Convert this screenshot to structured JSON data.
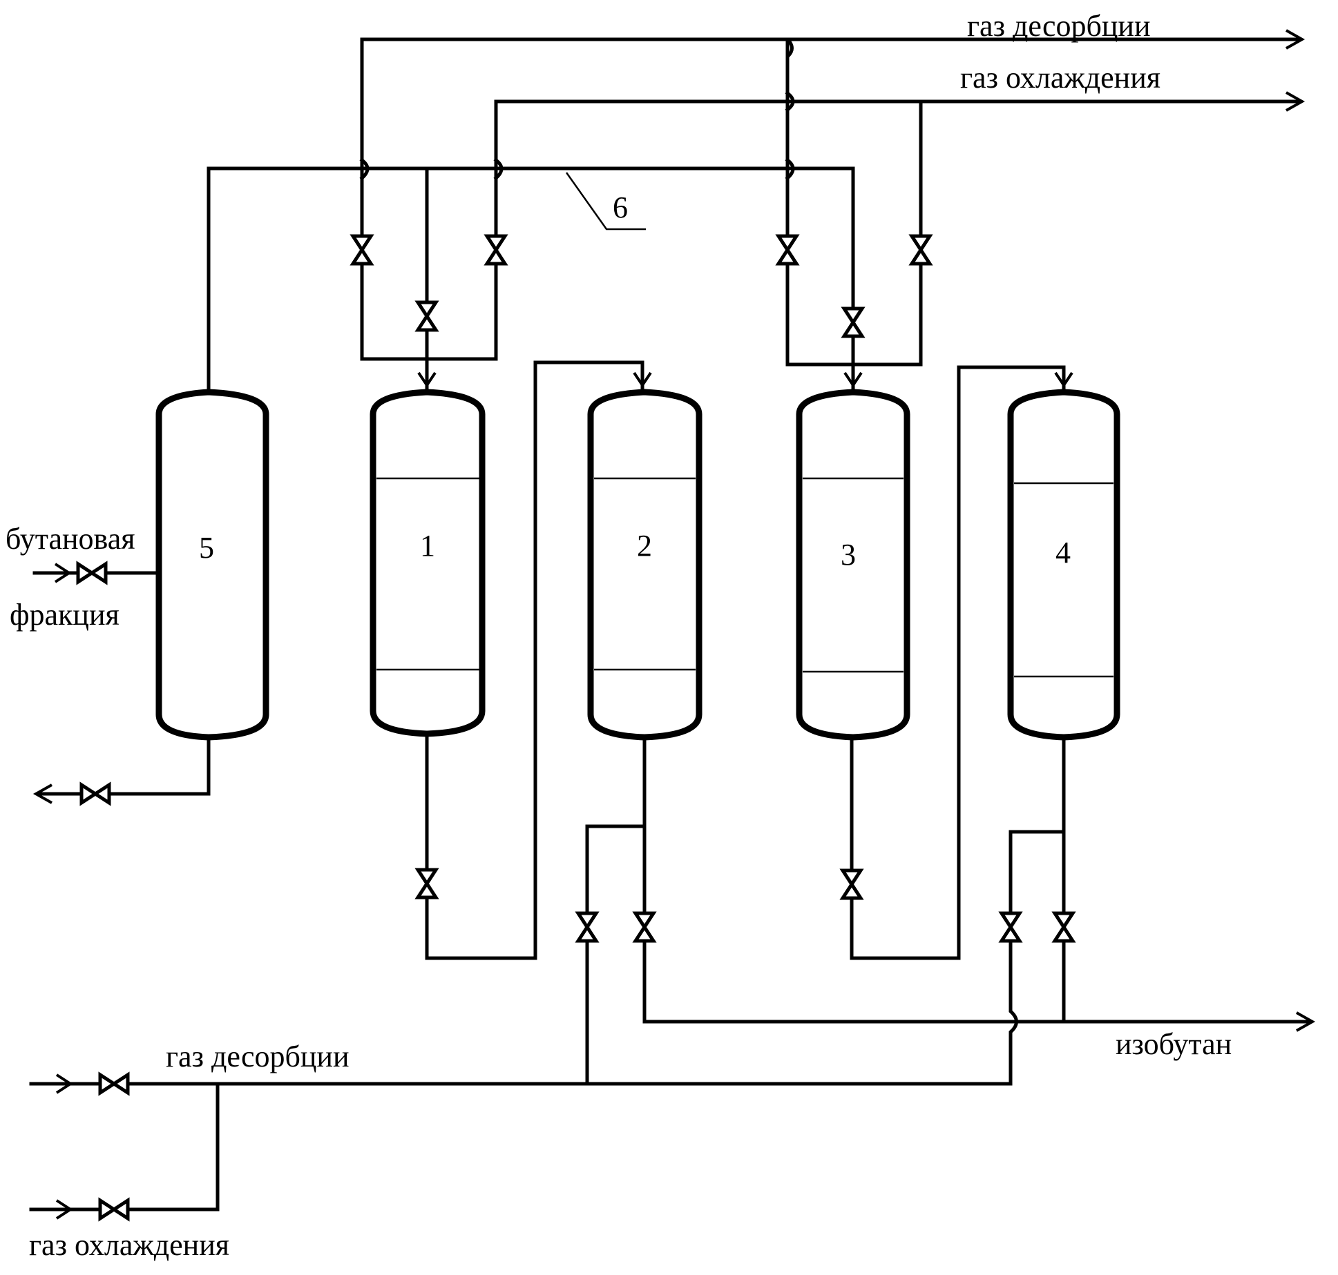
{
  "labels": {
    "top_desorption_gas": "газ десорбции",
    "top_cooling_gas": "газ охлаждения",
    "butane_line1": "бутановая",
    "butane_line2": "фракция",
    "bottom_desorption_gas": "газ десорбции",
    "bottom_cooling_gas": "газ охлаждения",
    "isobutane": "изобутан"
  },
  "numbers": {
    "vessel_5": "5",
    "vessel_1": "1",
    "vessel_2": "2",
    "vessel_3": "3",
    "vessel_4": "4",
    "collector_6": "6"
  }
}
